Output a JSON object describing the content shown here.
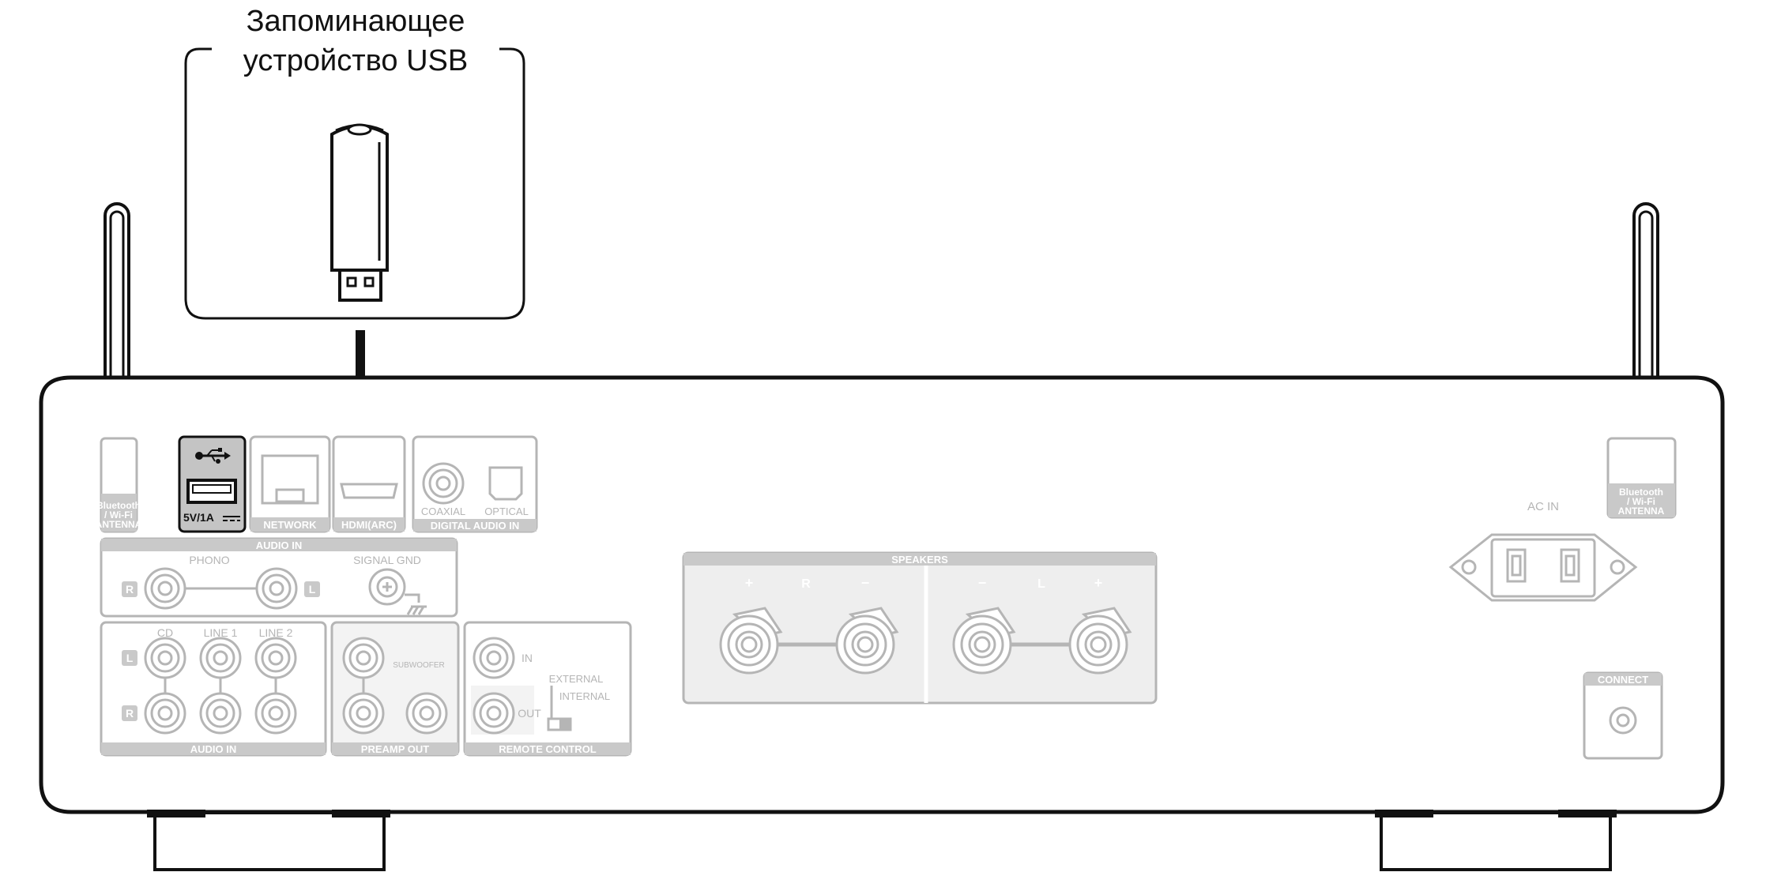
{
  "callout": {
    "line1": "Запоминающее",
    "line2": "устройство USB"
  },
  "labels": {
    "antenna_left": [
      "Bluetooth",
      "/ Wi-Fi",
      "ANTENNA"
    ],
    "antenna_right": [
      "Bluetooth",
      "/ Wi-Fi",
      "ANTENNA"
    ],
    "usb_rating": "5V/1A",
    "network": "NETWORK",
    "hdmi": "HDMI(ARC)",
    "coaxial": "COAXIAL",
    "optical": "OPTICAL",
    "digital_audio_in": "DIGITAL AUDIO IN",
    "audio_in_top": "AUDIO IN",
    "phono": "PHONO",
    "signal_gnd": "SIGNAL GND",
    "r": "R",
    "l": "L",
    "cd": "CD",
    "line1": "LINE 1",
    "line2": "LINE 2",
    "audio_in_bottom": "AUDIO IN",
    "subwoofer": "SUBWOOFER",
    "preamp_out": "PREAMP OUT",
    "in": "IN",
    "out": "OUT",
    "external": "EXTERNAL",
    "internal": "INTERNAL",
    "remote_control": "REMOTE CONTROL",
    "speakers": "SPEAKERS",
    "plus": "+",
    "minus": "−",
    "ac_in": "AC IN",
    "connect": "CONNECT"
  },
  "colors": {
    "outline": "#111111",
    "faded": "#b5b5b5",
    "label_bg": "#c9c9c9",
    "usb_highlight": "#c4c4c4"
  }
}
